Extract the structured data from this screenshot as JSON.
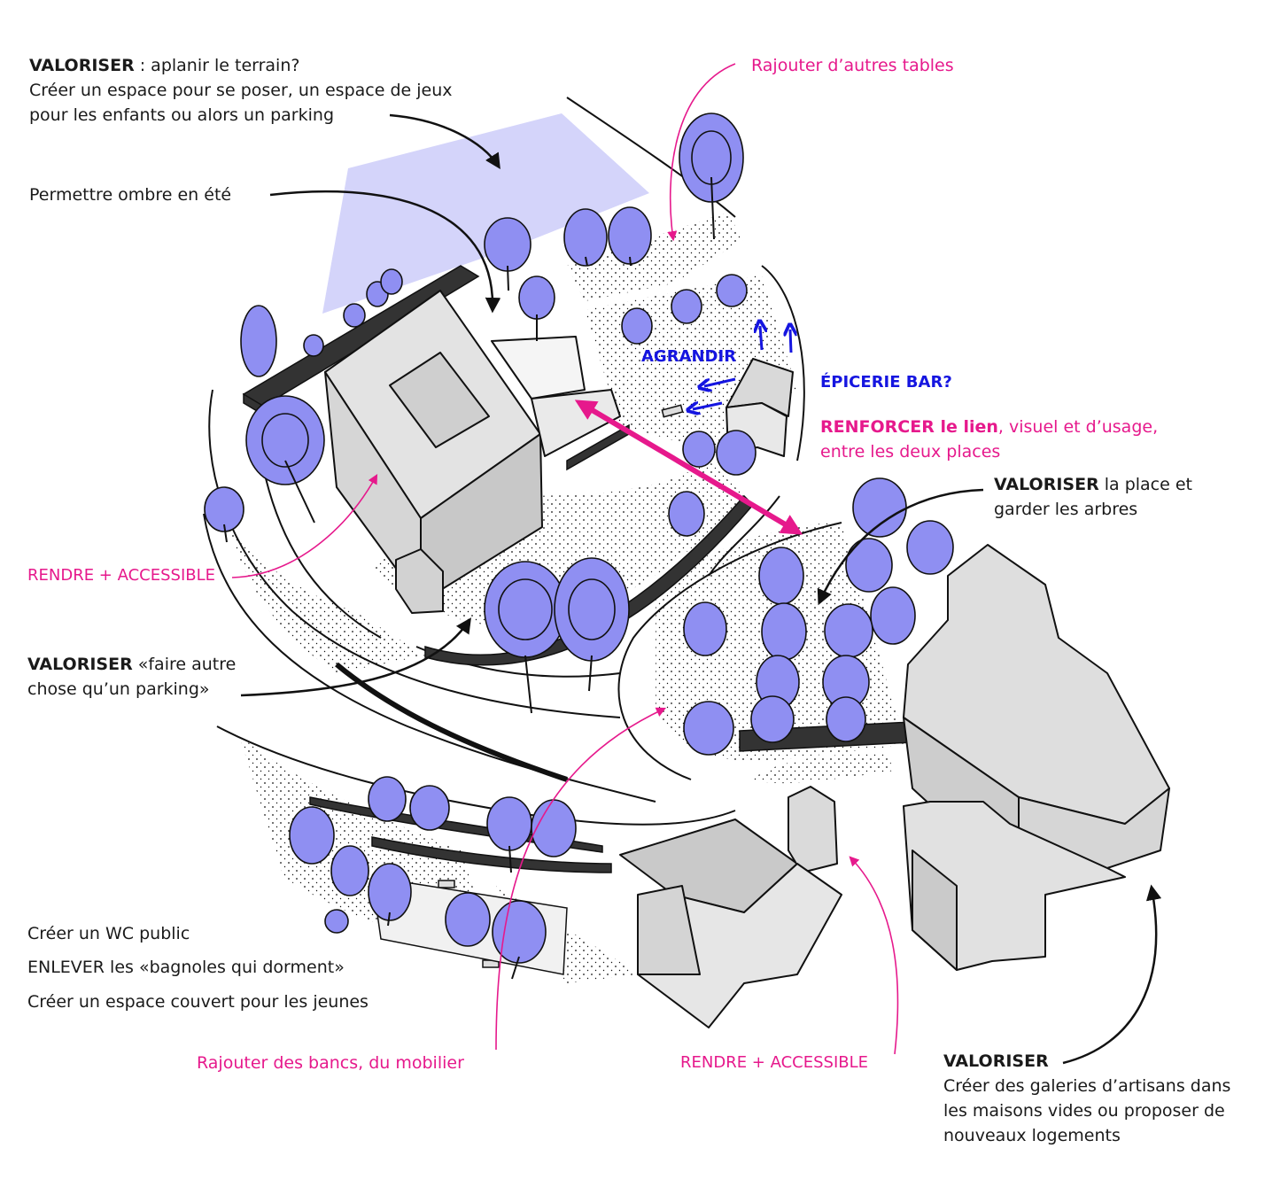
{
  "notes": {
    "valoriser_terrain": {
      "title": "VALORISER",
      "rest": " : aplanir le terrain?",
      "line2": "Créer un espace pour se poser, un espace de jeux",
      "line3": "pour les enfants ou alors un parking"
    },
    "ombre": "Permettre ombre en été",
    "rajouter_tables": "Rajouter d’autres tables",
    "agrandir": "AGRANDIR",
    "epicerie": "ÉPICERIE BAR?",
    "renforcer": {
      "title": "RENFORCER le lien",
      "rest": ", visuel et d’usage,",
      "line2": "entre les deux places"
    },
    "valoriser_place": {
      "title": "VALORISER",
      "rest": " la place et",
      "line2": "garder les arbres"
    },
    "accessible_left": "RENDRE + ACCESSIBLE",
    "valoriser_parking": {
      "title": "VALORISER",
      "rest": " «faire autre",
      "line2": "chose qu’un parking»"
    },
    "wc": "Créer un WC public",
    "bagnoles": "ENLEVER les «bagnoles qui dorment»",
    "espace_couvert": "Créer un espace couvert pour les jeunes",
    "bancs": "Rajouter des bancs, du mobilier",
    "accessible_bottom": "RENDRE + ACCESSIBLE",
    "valoriser_galeries": {
      "title": "VALORISER",
      "line2": "Créer des galeries d’artisans dans",
      "line3": "les maisons vides ou proposer de",
      "line4": "nouveaux logements"
    }
  },
  "colors": {
    "tree_fill": "#8f8ff2",
    "tree_fill_light": "#a9a9f7",
    "zone_fill": "#d4d4fa",
    "building_fill": "#e3e3e3",
    "accent_pink": "#e6198c",
    "accent_blue": "#1515e0",
    "ink": "#111111"
  }
}
